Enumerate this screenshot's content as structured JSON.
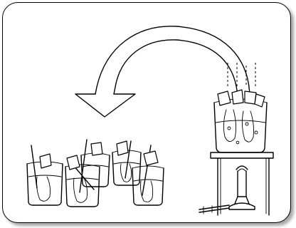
{
  "figure": {
    "border_color": "#000000",
    "background_color": "#ffffff",
    "ink_color": "#000000",
    "elements": [
      "curved-transfer-arrow",
      "boiling-water-beaker",
      "heating-stand",
      "bunsen-burner",
      "cooling-beaker-group"
    ],
    "cooling_beaker_count": 5
  }
}
